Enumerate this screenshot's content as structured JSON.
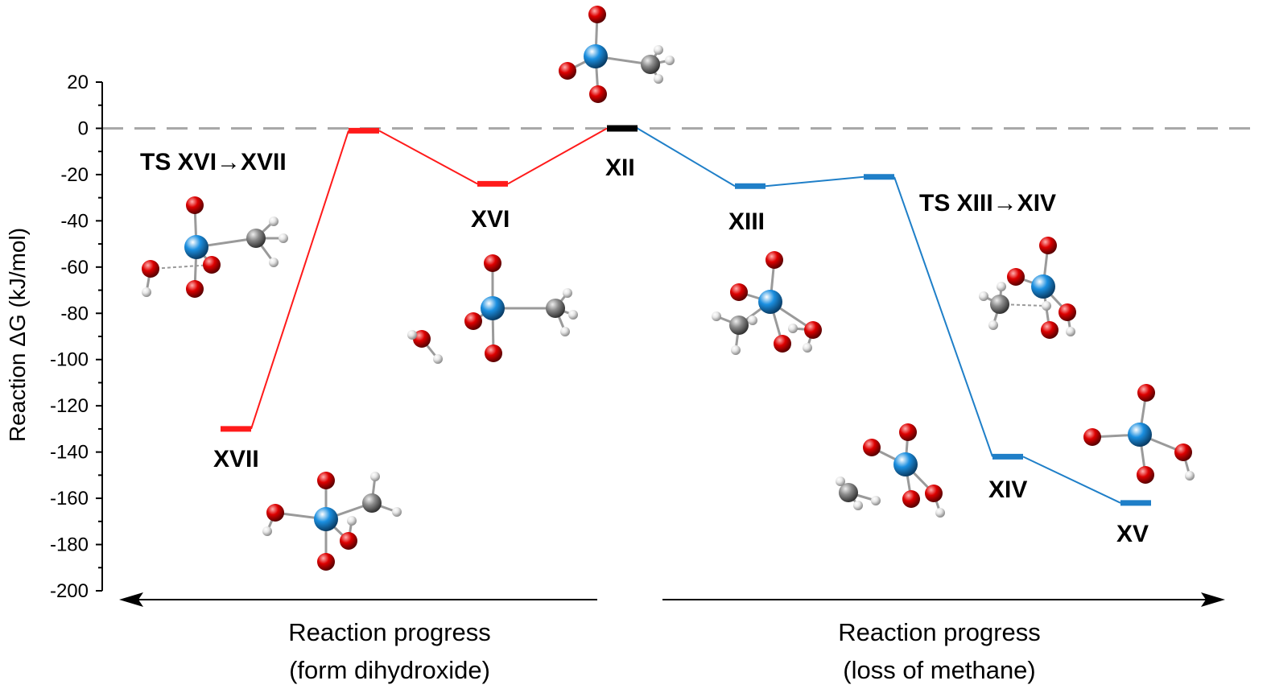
{
  "chart_data": {
    "type": "line",
    "ylabel": "Reaction ΔG (kJ/mol)",
    "ylim": [
      -200,
      20
    ],
    "y_ticks": [
      20,
      0,
      -20,
      -40,
      -60,
      -80,
      -100,
      -120,
      -140,
      -160,
      -180,
      -200
    ],
    "reference_line": 0,
    "colors": {
      "left": "#ff1a1a",
      "right": "#1f7fc8",
      "origin": "#000000",
      "reference": "#a8a8a8",
      "oxygen": "#dd0000",
      "central_atom": "#1b8fe0",
      "carbon": "#8a8a8a",
      "hydrogen": "#e6e6e6",
      "bond": "#9a9a9a"
    },
    "series": [
      {
        "points": [
          {
            "state": "XII",
            "label": "XII",
            "value": 0
          },
          {
            "state": "XVI",
            "label": "XVI",
            "value": -24
          },
          {
            "state": "TS XVI→XVII",
            "label": "TS XVI→XVII",
            "value": -1
          },
          {
            "state": "XVII",
            "label": "XVII",
            "value": -130
          }
        ]
      },
      {
        "points": [
          {
            "state": "XII",
            "label": "XII",
            "value": 0
          },
          {
            "state": "XIII",
            "label": "XIII",
            "value": -25
          },
          {
            "state": "TS XIII→XIV",
            "label": "TS XIII→XIV",
            "value": -21
          },
          {
            "state": "XIV",
            "label": "XIV",
            "value": -142
          },
          {
            "state": "XV",
            "label": "XV",
            "value": -162
          }
        ]
      }
    ],
    "progress_labels": [
      {
        "line1": "Reaction progress",
        "line2": "(form dihydroxide)",
        "direction": "left"
      },
      {
        "line1": "Reaction progress",
        "line2": "(loss of methane)",
        "direction": "right"
      }
    ]
  }
}
